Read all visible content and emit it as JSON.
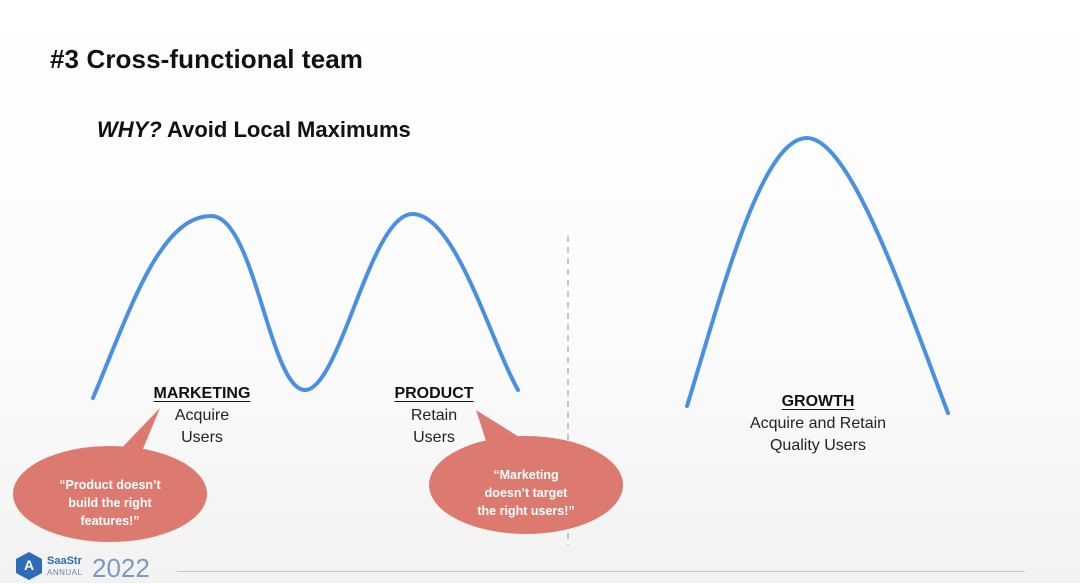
{
  "slide": {
    "title": "#3 Cross-functional team",
    "subtitle_why": "WHY?",
    "subtitle_rest": " Avoid Local Maximums"
  },
  "left": {
    "marketing": {
      "heading": "MARKETING",
      "line1": "Acquire",
      "line2": "Users"
    },
    "product": {
      "heading": "PRODUCT",
      "line1": "Retain",
      "line2": "Users"
    }
  },
  "right": {
    "growth": {
      "heading": "GROWTH",
      "line1": "Acquire and Retain",
      "line2": "Quality Users"
    }
  },
  "bubbles": {
    "marketing_quote": {
      "line1": "“Product doesn’t",
      "line2": "build the right",
      "line3": "features!”"
    },
    "product_quote": {
      "line1": "“Marketing",
      "line2": "doesn’t target",
      "line3": "the right users!”"
    }
  },
  "footer": {
    "logo_name": "SaaStr",
    "logo_sub": "ANNUAL",
    "logo_year": "2022"
  },
  "colors": {
    "curve": "#4a90e2",
    "bubble": "#dd7a70",
    "divider": "#b5b5b5",
    "brand": "#2e6db5"
  },
  "icons": {
    "logo": "saastr-a-badge"
  }
}
